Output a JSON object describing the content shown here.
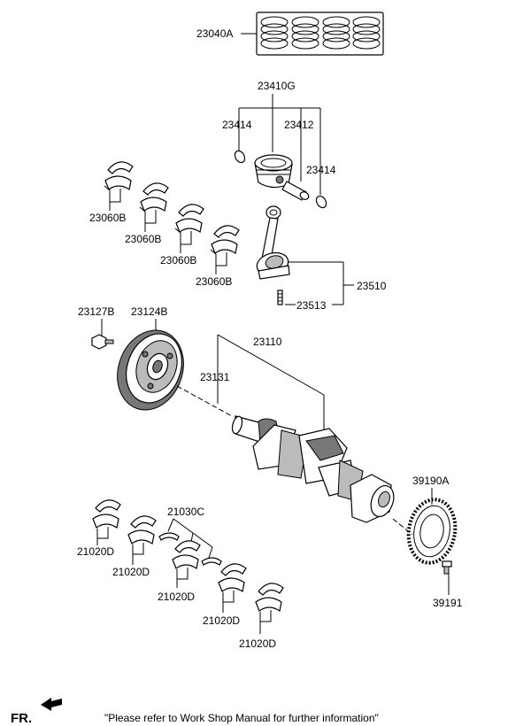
{
  "labels": {
    "p23040A": "23040A",
    "p23410G": "23410G",
    "p23414_left": "23414",
    "p23412": "23412",
    "p23414_right": "23414",
    "p23060B_1": "23060B",
    "p23060B_2": "23060B",
    "p23060B_3": "23060B",
    "p23060B_4": "23060B",
    "p23510": "23510",
    "p23513": "23513",
    "p23127B": "23127B",
    "p23124B": "23124B",
    "p23110": "23110",
    "p23131": "23131",
    "p39190A": "39190A",
    "p39191": "39191",
    "p21030C": "21030C",
    "p21020D_1": "21020D",
    "p21020D_2": "21020D",
    "p21020D_3": "21020D",
    "p21020D_4": "21020D",
    "p21020D_5": "21020D"
  },
  "footer": {
    "front_marker": "FR.",
    "note": "\"Please refer to Work Shop Manual for further information\""
  }
}
